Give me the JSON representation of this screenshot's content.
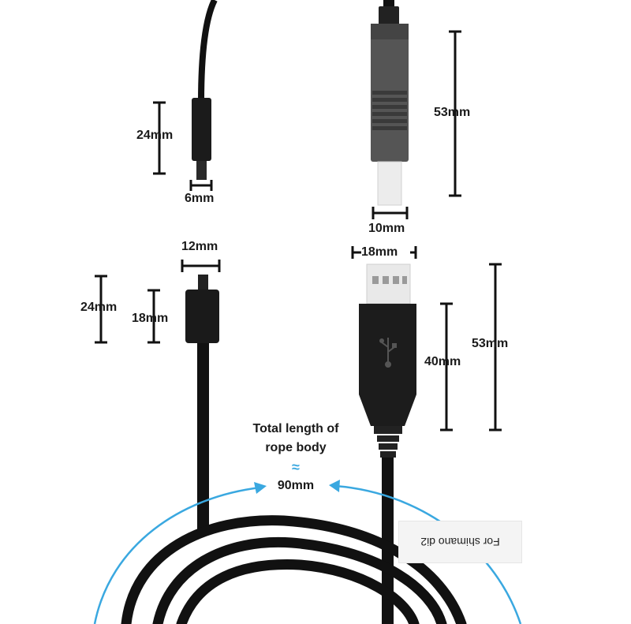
{
  "dimensions": {
    "pin_length": "24mm",
    "pin_width": "6mm",
    "usb_b_height": "53mm",
    "usb_b_width": "10mm",
    "plug_width": "12mm",
    "plug_total": "24mm",
    "plug_body": "18mm",
    "usb_a_width": "18mm",
    "usb_a_total": "53mm",
    "usb_a_body": "40mm"
  },
  "cable": {
    "caption_line1": "Total length of",
    "caption_line2": "rope body",
    "approx_symbol": "≈",
    "length": "90mm"
  },
  "tag": {
    "text": "For shimano di2"
  },
  "icons": [
    "usb-icon",
    "arrow-icon"
  ],
  "colors": {
    "cable": "#111111",
    "arrow": "#3aa8e0",
    "usb_b_housing": "#555555",
    "background": "#ffffff"
  }
}
